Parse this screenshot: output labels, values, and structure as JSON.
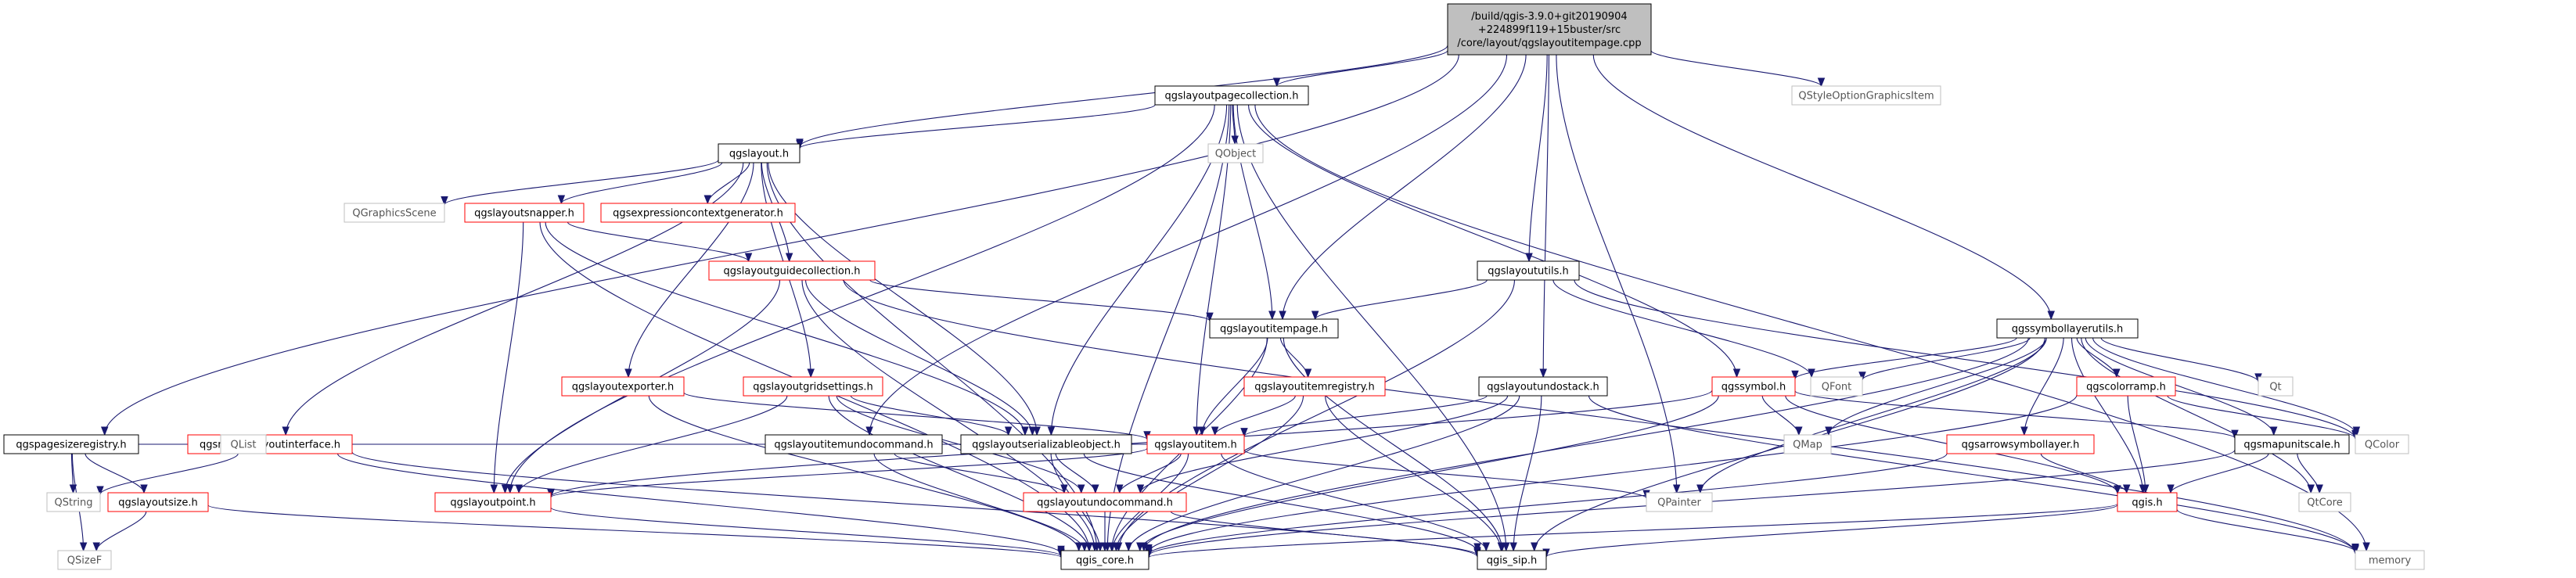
{
  "diagram": {
    "colors": {
      "edge": "#191970",
      "root_fill": "#bfbfbf",
      "root_stroke": "#000000",
      "documented_fill": "#ffffff",
      "documented_stroke": "#000000",
      "undocumented_fill": "#ffffff",
      "undocumented_stroke": "#ff0000",
      "external_fill": "#ffffff",
      "external_stroke": "#bfbfbf",
      "external_text": "#555555",
      "text": "#000000"
    },
    "root": {
      "label_lines": [
        "/build/qgis-3.9.0+git20190904",
        "+224899f119+15buster/src",
        "/core/layout/qgslayoutitempage.cpp"
      ]
    },
    "nodes": [
      {
        "id": "qgspagesizeregistry",
        "label": "qgspagesizeregistry.h",
        "style": "documented"
      },
      {
        "id": "qgslayoutpagecollection",
        "label": "qgslayoutpagecollection.h",
        "style": "documented"
      },
      {
        "id": "qgslayout",
        "label": "qgslayout.h",
        "style": "documented"
      },
      {
        "id": "qobject",
        "label": "QObject",
        "style": "external"
      },
      {
        "id": "qstyleoption",
        "label": "QStyleOptionGraphicsItem",
        "style": "external"
      },
      {
        "id": "qgraphicsscene",
        "label": "QGraphicsScene",
        "style": "external"
      },
      {
        "id": "qgslayoutsnapper",
        "label": "qgslayoutsnapper.h",
        "style": "undocumented"
      },
      {
        "id": "qgsexpressioncontextgenerator",
        "label": "qgsexpressioncontextgenerator.h",
        "style": "undocumented"
      },
      {
        "id": "qgslayoututils",
        "label": "qgslayoututils.h",
        "style": "documented"
      },
      {
        "id": "qgslayoutguidecollection",
        "label": "qgslayoutguidecollection.h",
        "style": "undocumented"
      },
      {
        "id": "qgslayoutitempage",
        "label": "qgslayoutitempage.h",
        "style": "documented"
      },
      {
        "id": "qgssymbollayerutils",
        "label": "qgssymbollayerutils.h",
        "style": "documented"
      },
      {
        "id": "qgslayoutexporter",
        "label": "qgslayoutexporter.h",
        "style": "undocumented"
      },
      {
        "id": "qgslayoutgridsettings",
        "label": "qgslayoutgridsettings.h",
        "style": "undocumented"
      },
      {
        "id": "qgslayoutitemregistry",
        "label": "qgslayoutitemregistry.h",
        "style": "undocumented"
      },
      {
        "id": "qgslayoutundostack",
        "label": "qgslayoutundostack.h",
        "style": "documented"
      },
      {
        "id": "qgssymbol",
        "label": "qgssymbol.h",
        "style": "undocumented"
      },
      {
        "id": "qfont",
        "label": "QFont",
        "style": "external"
      },
      {
        "id": "qt",
        "label": "Qt",
        "style": "external"
      },
      {
        "id": "qgscolorramp",
        "label": "qgscolorramp.h",
        "style": "undocumented"
      },
      {
        "id": "qgsmasterlayoutinterface",
        "label": "qgsmasterlayoutinterface.h",
        "style": "undocumented"
      },
      {
        "id": "qgslayoutitemundocommand",
        "label": "qgslayoutitemundocommand.h",
        "style": "documented"
      },
      {
        "id": "qgslayoutserializableobject",
        "label": "qgslayoutserializableobject.h",
        "style": "documented"
      },
      {
        "id": "qgslayoutitem",
        "label": "qgslayoutitem.h",
        "style": "undocumented"
      },
      {
        "id": "qgsarrowsymbollayer",
        "label": "qgsarrowsymbollayer.h",
        "style": "undocumented"
      },
      {
        "id": "qgsmapunitscale",
        "label": "qgsmapunitscale.h",
        "style": "documented"
      },
      {
        "id": "qmap",
        "label": "QMap",
        "style": "external"
      },
      {
        "id": "qcolor",
        "label": "QColor",
        "style": "external"
      },
      {
        "id": "qstring",
        "label": "QString",
        "style": "external"
      },
      {
        "id": "qlist",
        "label": "QList",
        "style": "external"
      },
      {
        "id": "qgslayoutsize",
        "label": "qgslayoutsize.h",
        "style": "undocumented"
      },
      {
        "id": "qgslayoutpoint",
        "label": "qgslayoutpoint.h",
        "style": "undocumented"
      },
      {
        "id": "qgslayoutundocommand",
        "label": "qgslayoutundocommand.h",
        "style": "undocumented"
      },
      {
        "id": "qpainter",
        "label": "QPainter",
        "style": "external"
      },
      {
        "id": "qgis",
        "label": "qgis.h",
        "style": "undocumented"
      },
      {
        "id": "qtcore",
        "label": "QtCore",
        "style": "external"
      },
      {
        "id": "qsizef",
        "label": "QSizeF",
        "style": "external"
      },
      {
        "id": "qgis_core",
        "label": "qgis_core.h",
        "style": "documented"
      },
      {
        "id": "qgis_sip",
        "label": "qgis_sip.h",
        "style": "documented"
      },
      {
        "id": "memory",
        "label": "memory",
        "style": "external"
      }
    ],
    "edges": [
      [
        "root",
        "qgspagesizeregistry"
      ],
      [
        "root",
        "qgslayoutpagecollection"
      ],
      [
        "root",
        "qgslayout"
      ],
      [
        "root",
        "qstyleoption"
      ],
      [
        "root",
        "qgslayoutitempage"
      ],
      [
        "root",
        "qgssymbollayerutils"
      ],
      [
        "root",
        "qgslayoututils"
      ],
      [
        "root",
        "qgslayoutundostack"
      ],
      [
        "root",
        "qgslayoutitemundocommand"
      ],
      [
        "root",
        "qpainter"
      ],
      [
        "qgspagesizeregistry",
        "qstring"
      ],
      [
        "qgspagesizeregistry",
        "qgslayoutsize"
      ],
      [
        "qgspagesizeregistry",
        "qlist"
      ],
      [
        "qgspagesizeregistry",
        "qsizef"
      ],
      [
        "qgslayoutpagecollection",
        "qobject"
      ],
      [
        "qgslayoutpagecollection",
        "qgslayout"
      ],
      [
        "qgslayoutpagecollection",
        "qgslayoutitempage"
      ],
      [
        "qgslayoutpagecollection",
        "qgslayoutitem"
      ],
      [
        "qgslayoutpagecollection",
        "qgslayoutserializableobject"
      ],
      [
        "qgslayoutpagecollection",
        "qgis_core"
      ],
      [
        "qgslayoutpagecollection",
        "qgis_sip"
      ],
      [
        "qgslayoutpagecollection",
        "qgslayoutpoint"
      ],
      [
        "qgslayoutpagecollection",
        "qgssymbol"
      ],
      [
        "qgslayoutpagecollection",
        "memory"
      ],
      [
        "qgslayout",
        "qgraphicsscene"
      ],
      [
        "qgslayout",
        "qgslayoutsnapper"
      ],
      [
        "qgslayout",
        "qgsexpressioncontextgenerator"
      ],
      [
        "qgslayout",
        "qgslayoutguidecollection"
      ],
      [
        "qgslayout",
        "qgslayoutexporter"
      ],
      [
        "qgslayout",
        "qgslayoutgridsettings"
      ],
      [
        "qgslayout",
        "qgsmasterlayoutinterface"
      ],
      [
        "qgslayout",
        "qgslayoutserializableobject"
      ],
      [
        "qgslayout",
        "qgis_core"
      ],
      [
        "qgslayoutsnapper",
        "qgslayoutguidecollection"
      ],
      [
        "qgslayoutsnapper",
        "qgslayoutpoint"
      ],
      [
        "qgslayoutsnapper",
        "qgslayoutserializableobject"
      ],
      [
        "qgslayoutsnapper",
        "qgis_core"
      ],
      [
        "qgslayoutguidecollection",
        "qgslayoutitempage"
      ],
      [
        "qgslayoutguidecollection",
        "qgslayoutpoint"
      ],
      [
        "qgslayoutguidecollection",
        "qgslayoutserializableobject"
      ],
      [
        "qgslayoutguidecollection",
        "qgis_core"
      ],
      [
        "qgslayoutguidecollection",
        "memory"
      ],
      [
        "qgslayoututils",
        "qgslayoutitempage"
      ],
      [
        "qgslayoututils",
        "qgis_core"
      ],
      [
        "qgslayoututils",
        "qfont"
      ],
      [
        "qgslayoututils",
        "qcolor"
      ],
      [
        "qgslayoutitempage",
        "qgslayoutitemregistry"
      ],
      [
        "qgslayoutitempage",
        "qgslayoutitem"
      ],
      [
        "qgslayoutitempage",
        "qgis_core"
      ],
      [
        "qgslayoutitempage",
        "qgis_sip"
      ],
      [
        "qgslayoutitemregistry",
        "qgslayoutitem"
      ],
      [
        "qgslayoutitemregistry",
        "qgis_core"
      ],
      [
        "qgslayoutitemregistry",
        "qgis_sip"
      ],
      [
        "qgslayoutexporter",
        "qgslayoutitem"
      ],
      [
        "qgslayoutexporter",
        "qgis_core"
      ],
      [
        "qgslayoutgridsettings",
        "qgslayoutpoint"
      ],
      [
        "qgslayoutgridsettings",
        "qgslayoutundocommand"
      ],
      [
        "qgslayoutgridsettings",
        "qgis_core"
      ],
      [
        "qgslayoutgridsettings",
        "qgslayoutserializableobject"
      ],
      [
        "qgsmasterlayoutinterface",
        "qstring"
      ],
      [
        "qgsmasterlayoutinterface",
        "qgis_core"
      ],
      [
        "qgsmasterlayoutinterface",
        "qgis_sip"
      ],
      [
        "qgslayoutundostack",
        "qgslayoutitem"
      ],
      [
        "qgslayoutundostack",
        "qgslayoutundocommand"
      ],
      [
        "qgslayoutundostack",
        "qgis_core"
      ],
      [
        "qgslayoutundostack",
        "qgis_sip"
      ],
      [
        "qgslayoutundostack",
        "memory"
      ],
      [
        "qgslayoutitemundocommand",
        "qgslayoutundocommand"
      ],
      [
        "qgslayoutitemundocommand",
        "qgis_core"
      ],
      [
        "qgslayoutserializableobject",
        "qgslayoutundocommand"
      ],
      [
        "qgslayoutserializableobject",
        "qgis_core"
      ],
      [
        "qgslayoutserializableobject",
        "qgis_sip"
      ],
      [
        "qgslayoutitem",
        "qgslayoutundocommand"
      ],
      [
        "qgslayoutitem",
        "qgis_core"
      ],
      [
        "qgslayoutitem",
        "qgslayoutpoint"
      ],
      [
        "qgslayoutitem",
        "qlist"
      ],
      [
        "qgslayoutitem",
        "qgslayoutserializableobject"
      ],
      [
        "qgslayoutitem",
        "qpainter"
      ],
      [
        "qgslayoutitem",
        "qgis_sip"
      ],
      [
        "qgslayoutundocommand",
        "qgis_core"
      ],
      [
        "qgslayoutundocommand",
        "qgis_sip"
      ],
      [
        "qgslayoutsize",
        "qgis_core"
      ],
      [
        "qgslayoutsize",
        "qsizef"
      ],
      [
        "qgslayoutpoint",
        "qgis_core"
      ],
      [
        "qgssymbollayerutils",
        "qgssymbol"
      ],
      [
        "qgssymbollayerutils",
        "qfont"
      ],
      [
        "qgssymbollayerutils",
        "qt"
      ],
      [
        "qgssymbollayerutils",
        "qgscolorramp"
      ],
      [
        "qgssymbollayerutils",
        "qcolor"
      ],
      [
        "qgssymbollayerutils",
        "qgsmapunitscale"
      ],
      [
        "qgssymbollayerutils",
        "qgsarrowsymbollayer"
      ],
      [
        "qgssymbollayerutils",
        "qmap"
      ],
      [
        "qgssymbollayerutils",
        "qgis"
      ],
      [
        "qgssymbollayerutils",
        "qtcore"
      ],
      [
        "qgssymbollayerutils",
        "qgis_core"
      ],
      [
        "qgssymbollayerutils",
        "qgis_sip"
      ],
      [
        "qgssymbollayerutils",
        "qpainter"
      ],
      [
        "qgssymbol",
        "qmap"
      ],
      [
        "qgssymbol",
        "qgis"
      ],
      [
        "qgssymbol",
        "qgis_core"
      ],
      [
        "qgssymbol",
        "qgsmapunitscale"
      ],
      [
        "qgssymbol",
        "qgslayoutpoint"
      ],
      [
        "qgscolorramp",
        "qcolor"
      ],
      [
        "qgscolorramp",
        "qgis"
      ],
      [
        "qgscolorramp",
        "qgis_core"
      ],
      [
        "qgsarrowsymbollayer",
        "qgis"
      ],
      [
        "qgsarrowsymbollayer",
        "qgis_core"
      ],
      [
        "qgsmapunitscale",
        "qgis"
      ],
      [
        "qgsmapunitscale",
        "qtcore"
      ],
      [
        "qgsmapunitscale",
        "qgis_core"
      ],
      [
        "qgis",
        "qgis_core"
      ],
      [
        "qgis",
        "qgis_sip"
      ],
      [
        "qgis",
        "memory"
      ]
    ]
  }
}
